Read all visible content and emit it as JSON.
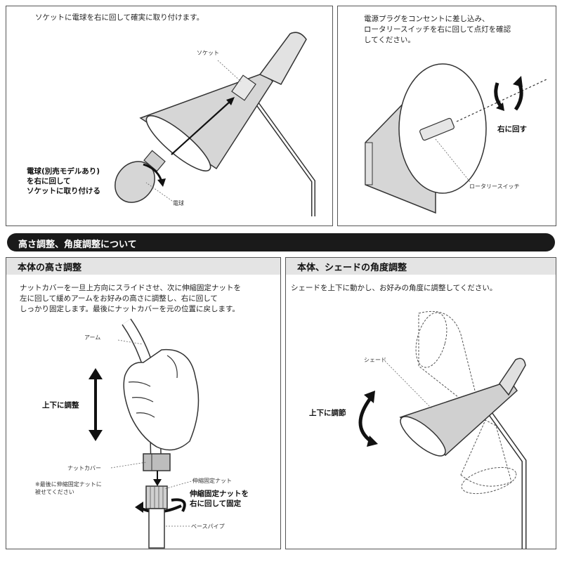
{
  "top_left": {
    "instruction": "ソケットに電球を右に回して確実に取り付けます。",
    "label_socket": "ソケット",
    "label_bulb": "電球",
    "bulb_callout": "電球(別売モデルあり)\nを右に回して\nソケットに取り付ける"
  },
  "top_right": {
    "instruction": "電源プラグをコンセントに差し込み、\nロータリースイッチを右に回して点灯を確認\nしてください。",
    "turn_right": "右に回す",
    "label_switch": "ロータリースイッチ"
  },
  "banner": {
    "title": "高さ調整、角度調整について"
  },
  "height_section": {
    "heading": "本体の高さ調整",
    "instruction": "ナットカバーを一旦上方向にスライドさせ、次に伸縮固定ナットを\n左に回して緩めアームをお好みの高さに調整し、右に回して\nしっかり固定します。最後にナットカバーを元の位置に戻します。",
    "label_arm": "アーム",
    "label_updown": "上下に調整",
    "label_nut_cover": "ナットカバー",
    "nut_cover_note": "※最後に伸縮固定ナットに\n被せてください",
    "label_fix_nut": "伸縮固定ナット",
    "fix_callout": "伸縮固定ナットを\n右に回して固定",
    "label_base_pipe": "ベースパイプ"
  },
  "angle_section": {
    "heading": "本体、シェードの角度調整",
    "instruction": "シェードを上下に動かし、お好みの角度に調整してください。",
    "label_shade": "シェード",
    "label_updown": "上下に調節"
  }
}
